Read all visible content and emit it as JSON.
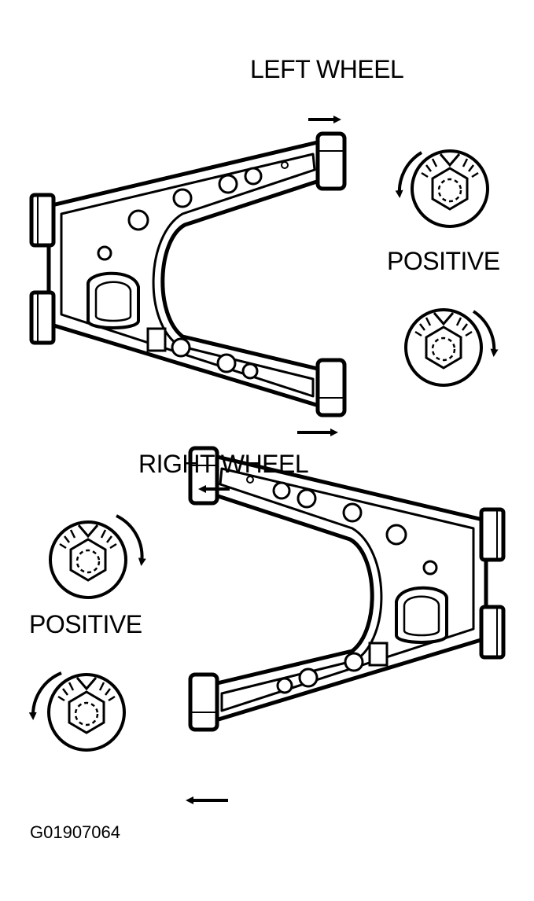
{
  "left_wheel": {
    "title": "LEFT WHEEL",
    "positive_label": "POSITIVE"
  },
  "right_wheel": {
    "title": "RIGHT WHEEL",
    "positive_label": "POSITIVE"
  },
  "figure_id": "G01907064",
  "colors": {
    "ink": "#000000",
    "paper": "#ffffff"
  }
}
